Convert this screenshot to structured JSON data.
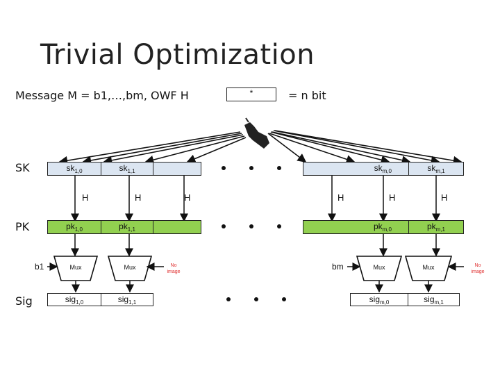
{
  "title": "Trivial Optimization",
  "message": {
    "prefix": "Message",
    "text": " M = b1,…,bm, OWF H",
    "box_mark": "*",
    "nbit": "= n bit"
  },
  "rows": {
    "sk": "SK",
    "pk": "PK",
    "sig": "Sig"
  },
  "hash_label": "H",
  "mux_label": "Mux",
  "no_image": [
    "No",
    "image"
  ],
  "select_bits": {
    "first": "b1",
    "last": "bm"
  },
  "keys": {
    "sk": [
      {
        "base": "sk",
        "sub": "1,0"
      },
      {
        "base": "sk",
        "sub": "1,1"
      },
      {
        "base": "sk",
        "sub": "m,0"
      },
      {
        "base": "sk",
        "sub": "m,1"
      }
    ],
    "pk": [
      {
        "base": "pk",
        "sub": "1,0"
      },
      {
        "base": "pk",
        "sub": "1,1"
      },
      {
        "base": "pk",
        "sub": "m,0"
      },
      {
        "base": "pk",
        "sub": "m,1"
      }
    ],
    "sig": [
      {
        "base": "sig",
        "sub": "1,0"
      },
      {
        "base": "sig",
        "sub": "1,1"
      },
      {
        "base": "sig",
        "sub": "m,0"
      },
      {
        "base": "sig",
        "sub": "m,1"
      }
    ]
  },
  "colors": {
    "sk_fill": "#dbe5f1",
    "pk_fill": "#92d050",
    "no_image": "#e03030"
  }
}
